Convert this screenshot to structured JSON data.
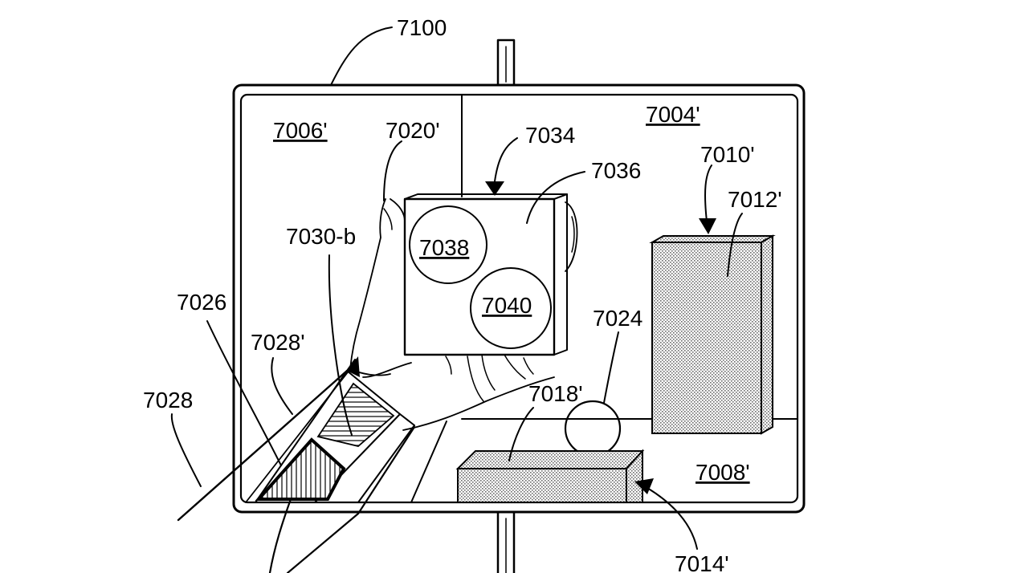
{
  "figure": {
    "labels": {
      "device": "7100",
      "region_top_right": "7004'",
      "region_top_left": "7006'",
      "region_bottom_right": "7008'",
      "hand": "7020'",
      "user_interface": "7034",
      "user_interface_panel": "7036",
      "control_a": "7038",
      "control_b": "7040",
      "object_tall": "7010'",
      "object_tall_face": "7012'",
      "sphere": "7024",
      "object_low": "7018'",
      "object_low_arrow": "7014'",
      "arm_label": "7030-b",
      "arm": "7026",
      "controller": "7028'",
      "controller_outer": "7028"
    },
    "colors": {
      "ink": "#000000",
      "background": "#ffffff",
      "stipple": "#c8c8c8"
    }
  }
}
